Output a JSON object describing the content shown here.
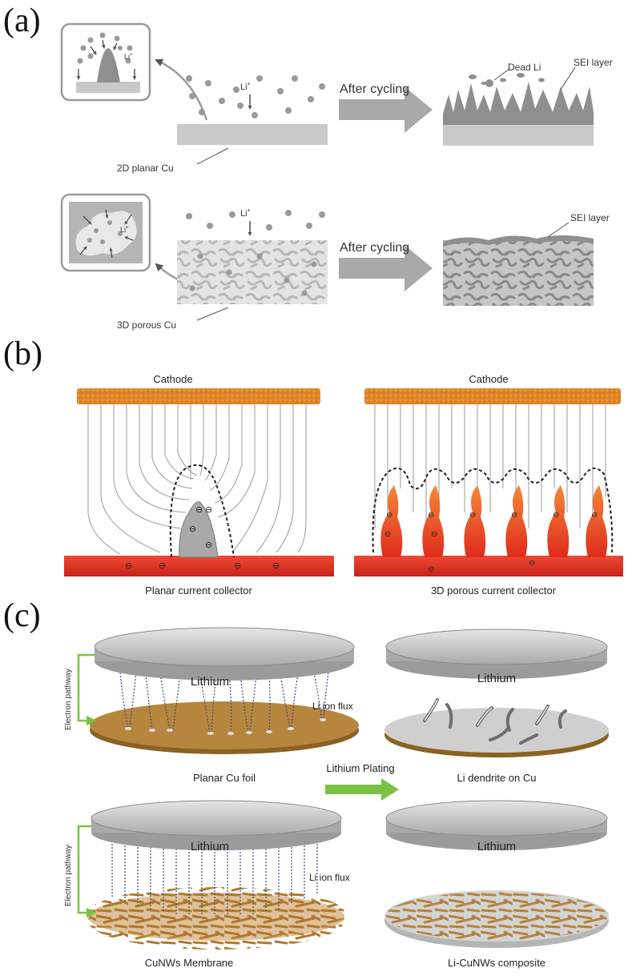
{
  "panels": {
    "a": {
      "letter": "(a)",
      "li_ion": "Li",
      "li_sup": "+",
      "after_cycling_1": "After cycling",
      "after_cycling_2": "After cycling",
      "dead_li": "Dead Li",
      "sei_layer_1": "SEI layer",
      "sei_layer_2": "SEI layer",
      "planar_label": "2D planar Cu",
      "porous_label": "3D porous Cu"
    },
    "b": {
      "letter": "(b)",
      "cathode_left": "Cathode",
      "cathode_right": "Cathode",
      "caption_left": "Planar current collector",
      "caption_right": "3D porous current collector",
      "electron_symbol": "⊖"
    },
    "c": {
      "letter": "(c)",
      "lithium_1": "Lithium",
      "lithium_2": "Lithium",
      "lithium_3": "Lithium",
      "lithium_4": "Lithium",
      "electron_pathway_1": "Electron pathway",
      "electron_pathway_2": "Electron pathway",
      "li_ion_flux_1": "Li ion flux",
      "li_ion_flux_2": "Li ion flux",
      "planar_cu_foil": "Planar Cu foil",
      "li_dendrite": "Li dendrite on Cu",
      "lithium_plating": "Lithium Plating",
      "cunws_membrane": "CuNWs Membrane",
      "li_cunws_composite": "Li-CuNWs composite"
    }
  },
  "colors": {
    "grey_dark": "#8f8f8f",
    "grey_light": "#d3d3d3",
    "cathode": "#e0862a",
    "collector": "#e8352a",
    "copper": "#b7863e",
    "arrow_green": "#7cc242"
  }
}
